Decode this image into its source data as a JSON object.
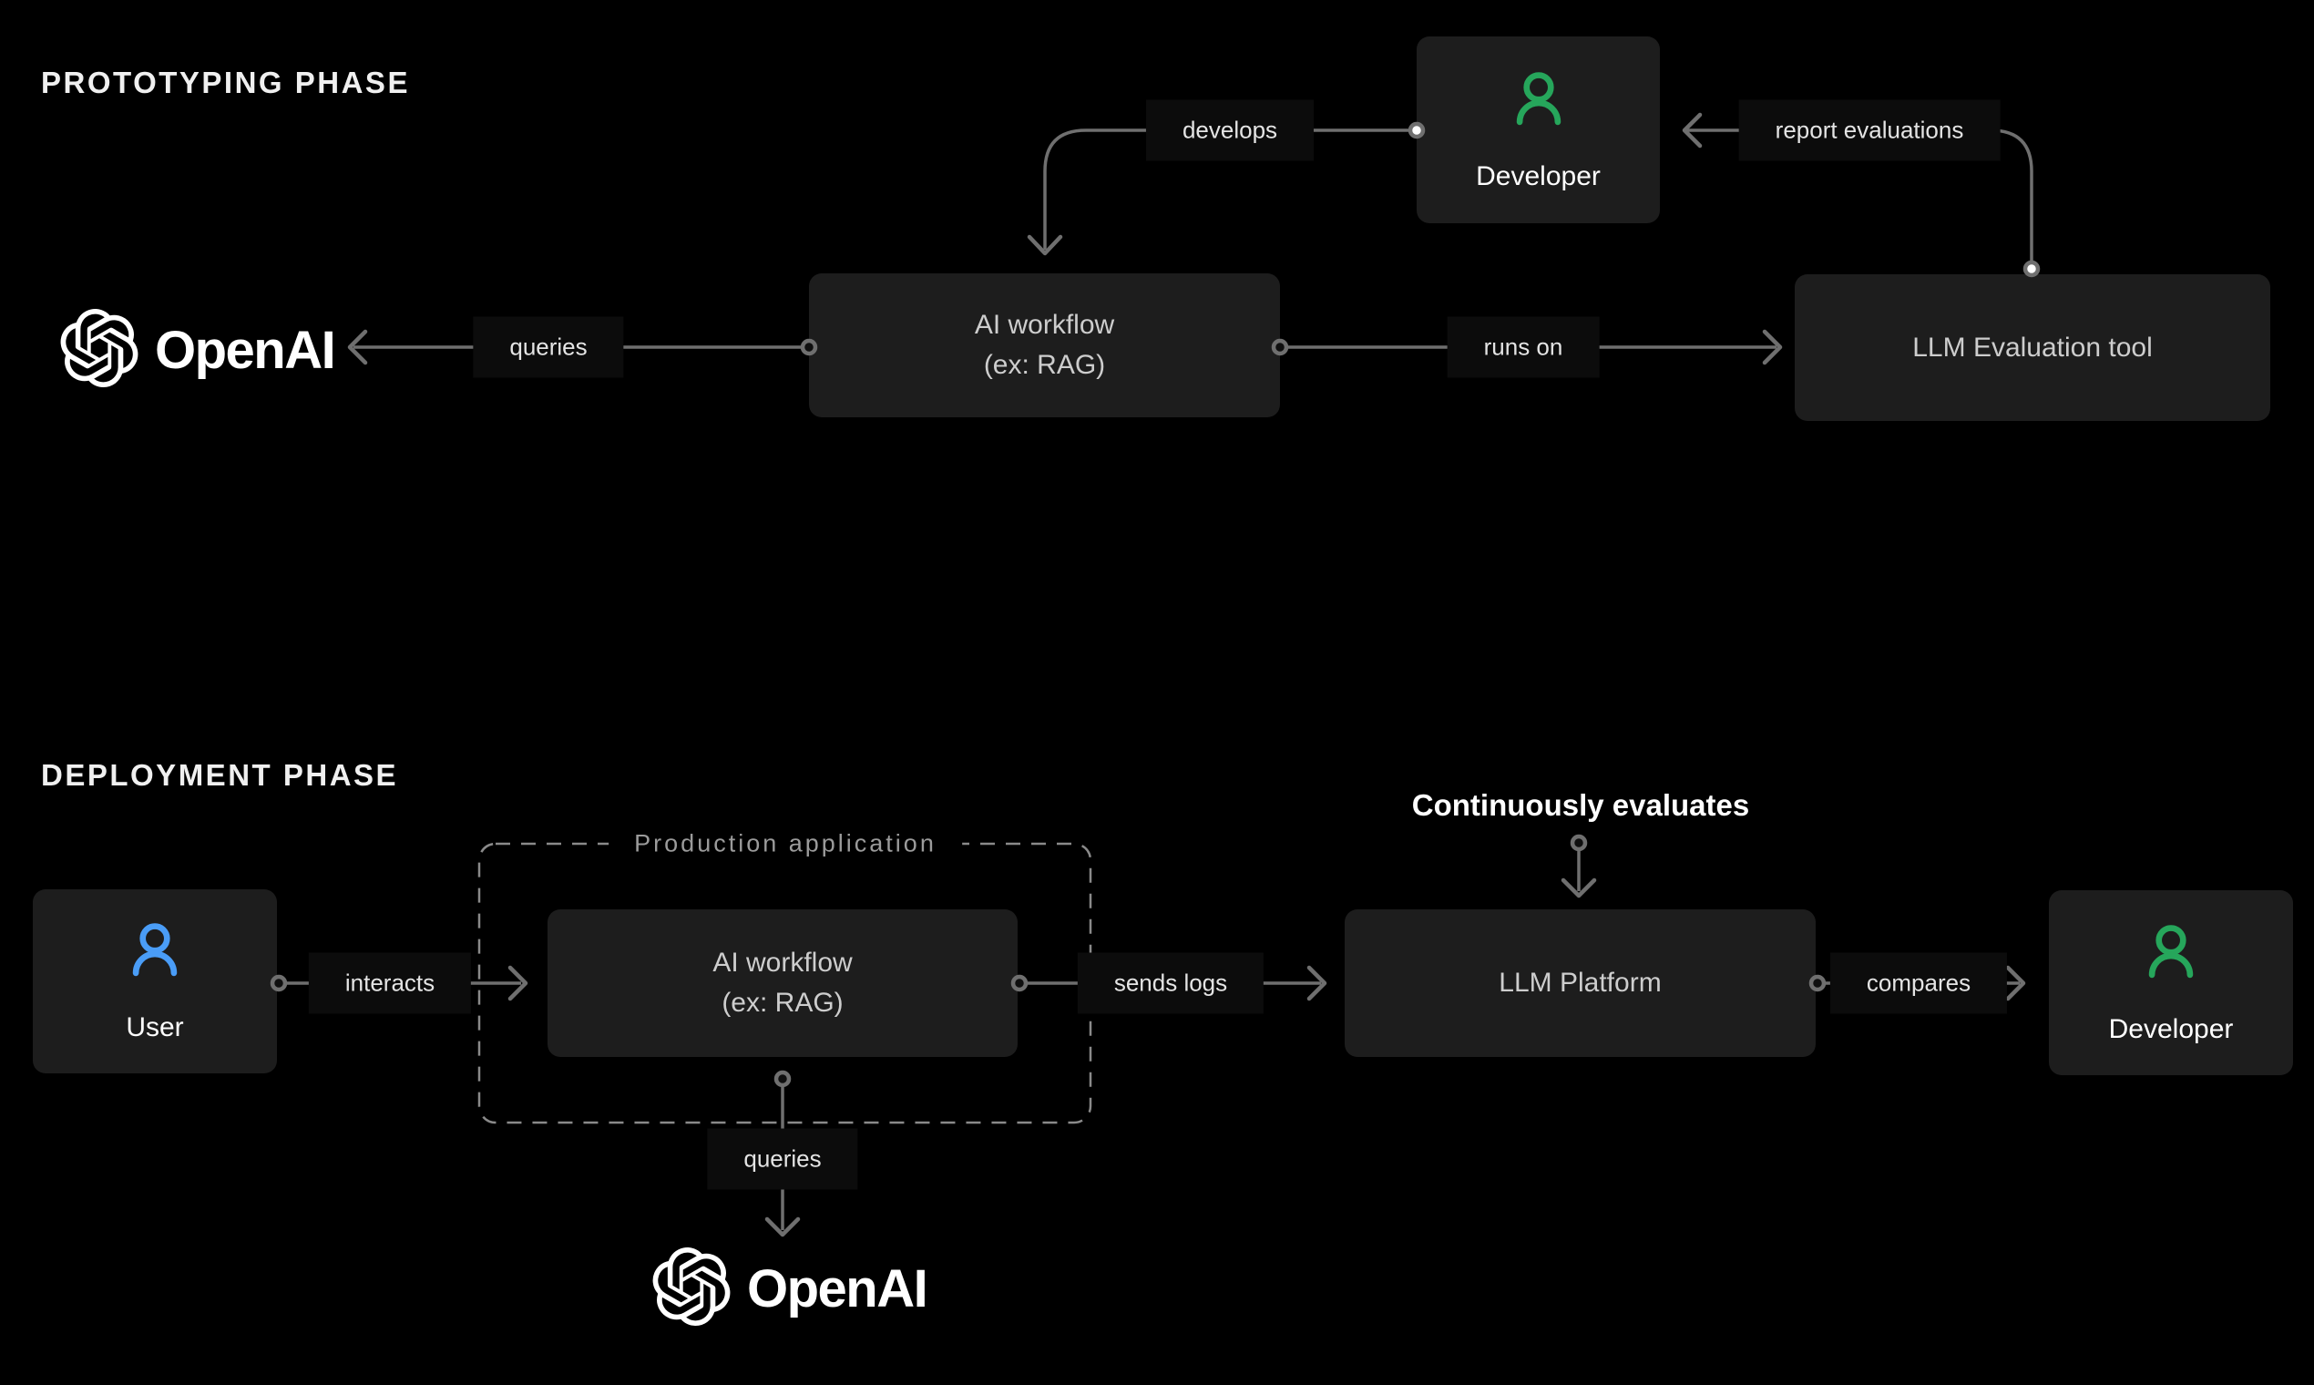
{
  "colors": {
    "background": "#000000",
    "node_background": "#1d1d1d",
    "line": "#6f6f6f",
    "accent_green": "#26a65b",
    "accent_blue": "#4a9df7"
  },
  "prototyping": {
    "title": "PROTOTYPING PHASE",
    "nodes": {
      "openai": {
        "label": "OpenAI",
        "icon": "openai-logo"
      },
      "developer": {
        "label": "Developer",
        "icon": "person-icon-green"
      },
      "ai_workflow": {
        "line1": "AI workflow",
        "line2": "(ex: RAG)"
      },
      "llm_evaluation_tool": {
        "label": "LLM Evaluation tool"
      }
    },
    "edges": {
      "develops": "develops",
      "report_evaluations": "report evaluations",
      "queries": "queries",
      "runs_on": "runs on"
    }
  },
  "deployment": {
    "title": "DEPLOYMENT PHASE",
    "annotation": "Continuously evaluates",
    "production_group_label": "Production application",
    "nodes": {
      "user": {
        "label": "User",
        "icon": "person-icon-blue"
      },
      "ai_workflow": {
        "line1": "AI workflow",
        "line2": "(ex: RAG)"
      },
      "llm_platform": {
        "label": "LLM Platform"
      },
      "developer": {
        "label": "Developer",
        "icon": "person-icon-green"
      },
      "openai": {
        "label": "OpenAI",
        "icon": "openai-logo"
      }
    },
    "edges": {
      "interacts": "interacts",
      "sends_logs": "sends logs",
      "compares": "compares",
      "queries": "queries"
    }
  }
}
